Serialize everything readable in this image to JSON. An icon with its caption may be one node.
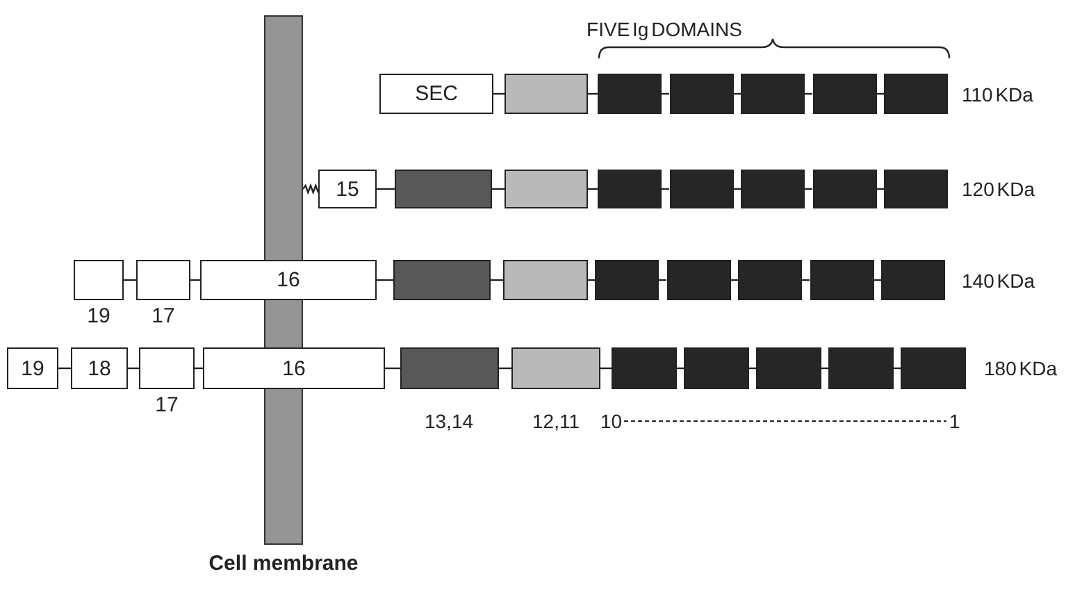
{
  "diagram": {
    "nodes": [
      {
        "text": [],
        "shape": "bar",
        "beside": [
          "Cell membrane"
        ]
      },
      {
        "text": [
          "SEC"
        ]
      },
      {
        "text": [],
        "shape": "box"
      },
      {
        "text": [],
        "shape": "box"
      },
      {
        "text": [],
        "shape": "box"
      },
      {
        "text": [],
        "shape": "box"
      },
      {
        "text": [],
        "shape": "box"
      },
      {
        "text": [],
        "shape": "box"
      },
      {
        "text": [
          "15"
        ]
      },
      {
        "text": [],
        "shape": "box"
      },
      {
        "text": [],
        "shape": "box"
      },
      {
        "text": [],
        "shape": "box"
      },
      {
        "text": [],
        "shape": "box"
      },
      {
        "text": [],
        "shape": "box"
      },
      {
        "text": [],
        "shape": "box"
      },
      {
        "text": [],
        "shape": "box"
      },
      {
        "text": [],
        "shape": "box",
        "beside": [
          "19"
        ]
      },
      {
        "text": [],
        "shape": "box",
        "beside": [
          "17"
        ]
      },
      {
        "text": [
          "16"
        ]
      },
      {
        "text": [],
        "shape": "box"
      },
      {
        "text": [],
        "shape": "box"
      },
      {
        "text": [],
        "shape": "box"
      },
      {
        "text": [],
        "shape": "box"
      },
      {
        "text": [],
        "shape": "box"
      },
      {
        "text": [],
        "shape": "box"
      },
      {
        "text": [],
        "shape": "box"
      },
      {
        "text": [
          "19"
        ]
      },
      {
        "text": [
          "18"
        ]
      },
      {
        "text": [],
        "shape": "box",
        "beside": [
          "17"
        ]
      },
      {
        "text": [
          "16"
        ]
      },
      {
        "text": [],
        "shape": "box"
      },
      {
        "text": [],
        "shape": "box"
      },
      {
        "text": [],
        "shape": "box"
      },
      {
        "text": [],
        "shape": "box"
      },
      {
        "text": [],
        "shape": "box"
      },
      {
        "text": [],
        "shape": "box"
      },
      {
        "text": [],
        "shape": "box"
      }
    ],
    "edges": [
      {
        "from": 1,
        "to": 2,
        "arrow": "none"
      },
      {
        "from": 2,
        "to": 3,
        "arrow": "none"
      },
      {
        "from": 3,
        "to": 4,
        "arrow": "none"
      },
      {
        "from": 4,
        "to": 5,
        "arrow": "none"
      },
      {
        "from": 5,
        "to": 6,
        "arrow": "none"
      },
      {
        "from": 6,
        "to": 7,
        "arrow": "none"
      },
      {
        "from": 0,
        "to": 8,
        "arrow": "none"
      },
      {
        "from": 8,
        "to": 9,
        "arrow": "none"
      },
      {
        "from": 9,
        "to": 10,
        "arrow": "none"
      },
      {
        "from": 10,
        "to": 11,
        "arrow": "none"
      },
      {
        "from": 11,
        "to": 12,
        "arrow": "none"
      },
      {
        "from": 12,
        "to": 13,
        "arrow": "none"
      },
      {
        "from": 13,
        "to": 14,
        "arrow": "none"
      },
      {
        "from": 14,
        "to": 15,
        "arrow": "none"
      },
      {
        "from": 16,
        "to": 17,
        "arrow": "none"
      },
      {
        "from": 17,
        "to": 18,
        "arrow": "none"
      },
      {
        "from": 18,
        "to": 19,
        "arrow": "none"
      },
      {
        "from": 19,
        "to": 20,
        "arrow": "none"
      },
      {
        "from": 20,
        "to": 21,
        "arrow": "none"
      },
      {
        "from": 21,
        "to": 22,
        "arrow": "none"
      },
      {
        "from": 22,
        "to": 23,
        "arrow": "none"
      },
      {
        "from": 23,
        "to": 24,
        "arrow": "none"
      },
      {
        "from": 24,
        "to": 25,
        "arrow": "none"
      },
      {
        "from": 26,
        "to": 27,
        "arrow": "none"
      },
      {
        "from": 27,
        "to": 28,
        "arrow": "none"
      },
      {
        "from": 28,
        "to": 29,
        "arrow": "none"
      },
      {
        "from": 29,
        "to": 30,
        "arrow": "none"
      },
      {
        "from": 30,
        "to": 31,
        "arrow": "none"
      },
      {
        "from": 31,
        "to": 32,
        "arrow": "none"
      },
      {
        "from": 32,
        "to": 33,
        "arrow": "none"
      },
      {
        "from": 33,
        "to": 34,
        "arrow": "none"
      },
      {
        "from": 34,
        "to": 35,
        "arrow": "none"
      },
      {
        "from": 35,
        "to": 36,
        "arrow": "none"
      }
    ],
    "labels": [
      "FIVE Ig DOMAINS",
      "110 KDa",
      "120 KDa",
      "140 KDa",
      "180 KDa",
      "13,14",
      "12,11",
      "10",
      "1"
    ]
  }
}
